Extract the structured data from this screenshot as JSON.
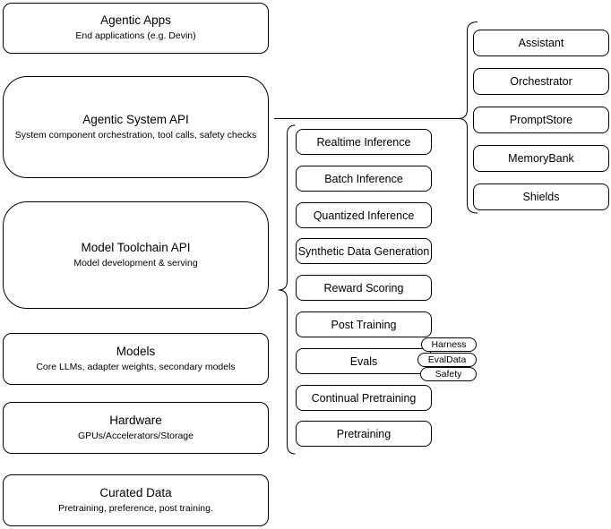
{
  "stack": [
    {
      "title": "Agentic Apps",
      "subtitle": "End applications (e.g. Devin)"
    },
    {
      "title": "Agentic System API",
      "subtitle": "System component orchestration, tool calls, safety checks"
    },
    {
      "title": "Model Toolchain API",
      "subtitle": "Model development & serving"
    },
    {
      "title": "Models",
      "subtitle": "Core LLMs, adapter weights, secondary models"
    },
    {
      "title": "Hardware",
      "subtitle": "GPUs/Accelerators/Storage"
    },
    {
      "title": "Curated Data",
      "subtitle": "Pretraining, preference, post training."
    }
  ],
  "toolchain_items": [
    "Realtime Inference",
    "Batch Inference",
    "Quantized Inference",
    "Synthetic Data Generation",
    "Reward Scoring",
    "Post Training",
    "Evals",
    "Continual Pretraining",
    "Pretraining"
  ],
  "eval_tags": [
    "Harness",
    "EvalData",
    "Safety"
  ],
  "system_components": [
    "Assistant",
    "Orchestrator",
    "PromptStore",
    "MemoryBank",
    "Shields"
  ],
  "colors": {
    "background": "#ffffff",
    "node_fill": "#ffffff",
    "node_border": "#000000",
    "text": "#000000"
  }
}
